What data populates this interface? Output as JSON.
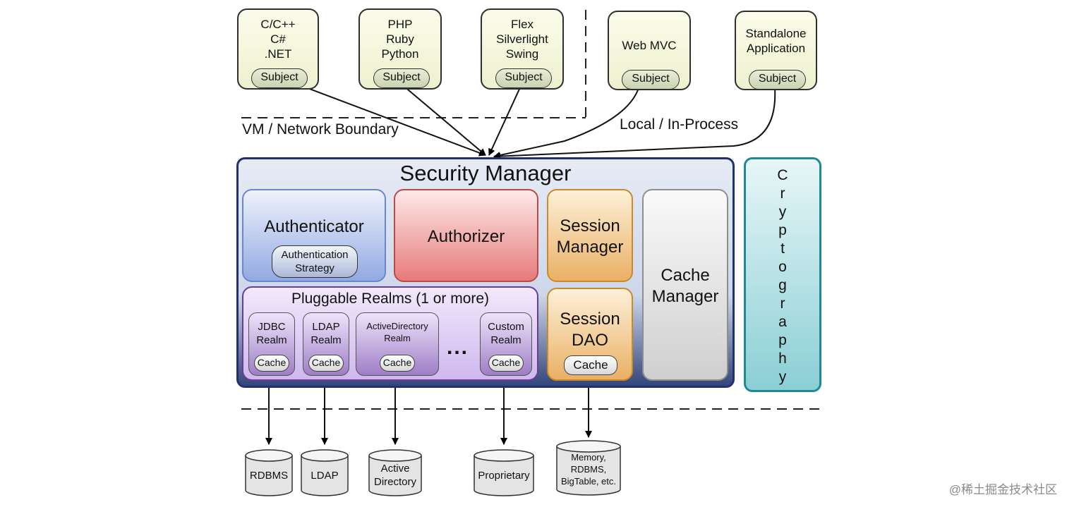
{
  "clients": [
    {
      "label": "C/C++\nC#\n.NET",
      "subject": "Subject"
    },
    {
      "label": "PHP\nRuby\nPython",
      "subject": "Subject"
    },
    {
      "label": "Flex\nSilverlight\nSwing",
      "subject": "Subject"
    },
    {
      "label": "Web MVC",
      "subject": "Subject"
    },
    {
      "label": "Standalone\nApplication",
      "subject": "Subject"
    }
  ],
  "boundaries": {
    "network": "VM / Network Boundary",
    "local": "Local / In-Process"
  },
  "security_manager": {
    "title": "Security Manager",
    "authenticator": "Authenticator",
    "auth_strategy": "Authentication\nStrategy",
    "authorizer": "Authorizer",
    "session_manager": "Session\nManager",
    "session_dao": "Session\nDAO",
    "session_dao_cache": "Cache",
    "cache_manager": "Cache\nManager",
    "realms_title": "Pluggable Realms (1 or more)",
    "realms": [
      {
        "label": "JDBC\nRealm",
        "cache": "Cache"
      },
      {
        "label": "LDAP\nRealm",
        "cache": "Cache"
      },
      {
        "label": "ActiveDirectory\nRealm",
        "cache": "Cache"
      },
      {
        "label": "Custom\nRealm",
        "cache": "Cache"
      }
    ],
    "ellipsis": "..."
  },
  "cryptography": [
    "C",
    "r",
    "y",
    "p",
    "t",
    "o",
    "g",
    "r",
    "a",
    "p",
    "h",
    "y"
  ],
  "datastores": [
    "RDBMS",
    "LDAP",
    "Active\nDirectory",
    "Proprietary",
    "Memory,\nRDBMS,\nBigTable, etc."
  ],
  "watermark": "@稀土掘金技术社区",
  "colors": {
    "authenticator": "#93a9e2",
    "authorizer": "#e77a7a",
    "session": "#eab065",
    "cache_manager": "#cfcfcf",
    "realms": "#cfb8ee",
    "cryptography": "#8acfd5",
    "security_manager_border": "#23306e"
  }
}
